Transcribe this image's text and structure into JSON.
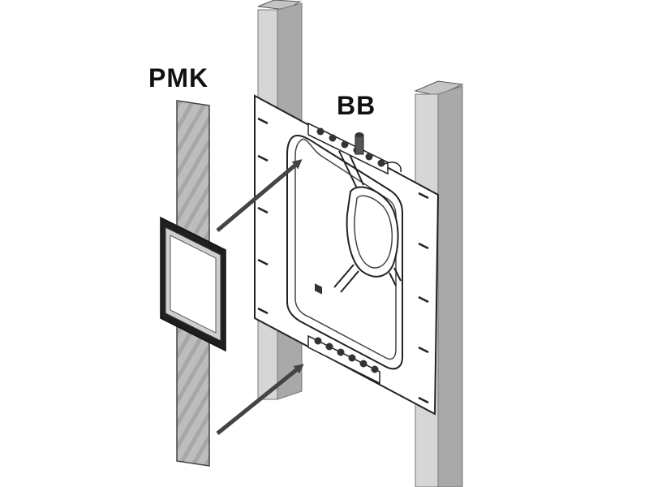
{
  "labels": {
    "pmk": "PMK",
    "bb": "BB"
  },
  "colors": {
    "post_front": "#d6d6d6",
    "post_side": "#a9a9a9",
    "post_top": "#c4c4c4",
    "panel": "#ffffff",
    "stroke": "#222222",
    "strip": "#b9b9b9",
    "arrow": "#444444"
  },
  "icons": {
    "pmk_component": "tape-strip-with-frame",
    "bb_component": "bag-panel",
    "arrows": "arrow-up-right"
  }
}
